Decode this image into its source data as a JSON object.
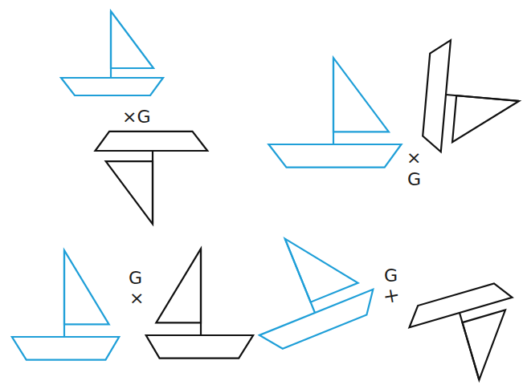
{
  "diagram": {
    "labels": [
      "×G",
      "×",
      "G",
      "G",
      "×",
      "G",
      "×"
    ]
  }
}
